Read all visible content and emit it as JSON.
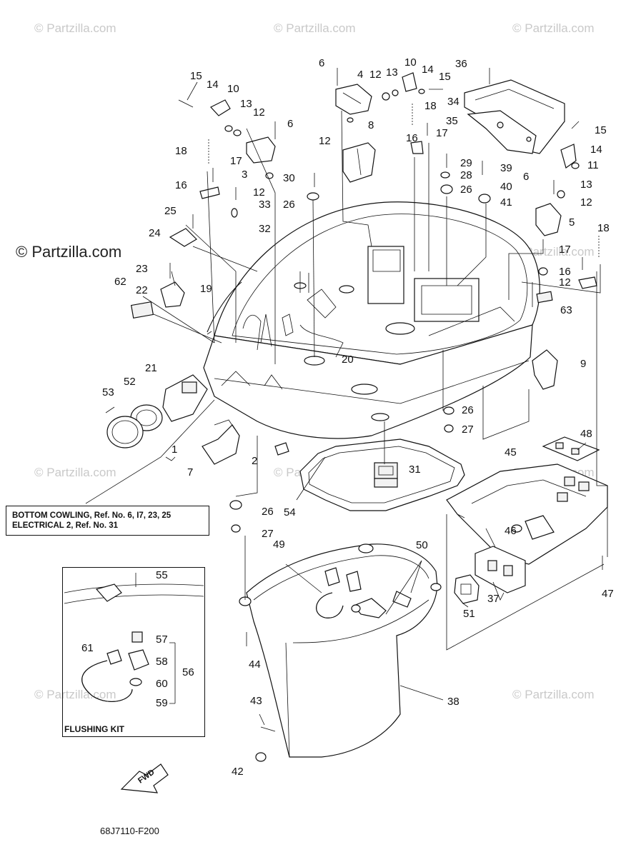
{
  "watermark": {
    "text": "© Partzilla.com"
  },
  "callouts": [
    {
      "id": "c15a",
      "label": "15"
    },
    {
      "id": "c14a",
      "label": "14"
    },
    {
      "id": "c10a",
      "label": "10"
    },
    {
      "id": "c13a",
      "label": "13"
    },
    {
      "id": "c12a",
      "label": "12"
    },
    {
      "id": "c6a",
      "label": "6"
    },
    {
      "id": "c18a",
      "label": "18"
    },
    {
      "id": "c17a",
      "label": "17"
    },
    {
      "id": "c3",
      "label": "3"
    },
    {
      "id": "c16a",
      "label": "16"
    },
    {
      "id": "c12b",
      "label": "12"
    },
    {
      "id": "c33",
      "label": "33"
    },
    {
      "id": "c32",
      "label": "32"
    },
    {
      "id": "c25",
      "label": "25"
    },
    {
      "id": "c24",
      "label": "24"
    },
    {
      "id": "c23",
      "label": "23"
    },
    {
      "id": "c62",
      "label": "62"
    },
    {
      "id": "c22",
      "label": "22"
    },
    {
      "id": "c19",
      "label": "19"
    },
    {
      "id": "c6b",
      "label": "6"
    },
    {
      "id": "c4",
      "label": "4"
    },
    {
      "id": "c12c",
      "label": "12"
    },
    {
      "id": "c13b",
      "label": "13"
    },
    {
      "id": "c10b",
      "label": "10"
    },
    {
      "id": "c14b",
      "label": "14"
    },
    {
      "id": "c15b",
      "label": "15"
    },
    {
      "id": "c36",
      "label": "36"
    },
    {
      "id": "c34",
      "label": "34"
    },
    {
      "id": "c18b",
      "label": "18"
    },
    {
      "id": "c35",
      "label": "35"
    },
    {
      "id": "c12d",
      "label": "12"
    },
    {
      "id": "c8",
      "label": "8"
    },
    {
      "id": "c16b",
      "label": "16"
    },
    {
      "id": "c17b",
      "label": "17"
    },
    {
      "id": "c30",
      "label": "30"
    },
    {
      "id": "c26a",
      "label": "26"
    },
    {
      "id": "c29",
      "label": "29"
    },
    {
      "id": "c28",
      "label": "28"
    },
    {
      "id": "c26b",
      "label": "26"
    },
    {
      "id": "c39",
      "label": "39"
    },
    {
      "id": "c40",
      "label": "40"
    },
    {
      "id": "c41",
      "label": "41"
    },
    {
      "id": "c15c",
      "label": "15"
    },
    {
      "id": "c14c",
      "label": "14"
    },
    {
      "id": "c11",
      "label": "11"
    },
    {
      "id": "c6c",
      "label": "6"
    },
    {
      "id": "c13c",
      "label": "13"
    },
    {
      "id": "c12e",
      "label": "12"
    },
    {
      "id": "c5",
      "label": "5"
    },
    {
      "id": "c18c",
      "label": "18"
    },
    {
      "id": "c17c",
      "label": "17"
    },
    {
      "id": "c16c",
      "label": "16"
    },
    {
      "id": "c12f",
      "label": "12"
    },
    {
      "id": "c63",
      "label": "63"
    },
    {
      "id": "c20",
      "label": "20"
    },
    {
      "id": "c9",
      "label": "9"
    },
    {
      "id": "c21",
      "label": "21"
    },
    {
      "id": "c52",
      "label": "52"
    },
    {
      "id": "c53",
      "label": "53"
    },
    {
      "id": "c1",
      "label": "1"
    },
    {
      "id": "c7",
      "label": "7"
    },
    {
      "id": "c2",
      "label": "2"
    },
    {
      "id": "c26c",
      "label": "26"
    },
    {
      "id": "c27a",
      "label": "27"
    },
    {
      "id": "c48",
      "label": "48"
    },
    {
      "id": "c45",
      "label": "45"
    },
    {
      "id": "c31",
      "label": "31"
    },
    {
      "id": "c54",
      "label": "54"
    },
    {
      "id": "c26d",
      "label": "26"
    },
    {
      "id": "c27b",
      "label": "27"
    },
    {
      "id": "c46",
      "label": "46"
    },
    {
      "id": "c49",
      "label": "49"
    },
    {
      "id": "c50",
      "label": "50"
    },
    {
      "id": "c55",
      "label": "55"
    },
    {
      "id": "c57",
      "label": "57"
    },
    {
      "id": "c58",
      "label": "58"
    },
    {
      "id": "c56",
      "label": "56"
    },
    {
      "id": "c61",
      "label": "61"
    },
    {
      "id": "c60",
      "label": "60"
    },
    {
      "id": "c59",
      "label": "59"
    },
    {
      "id": "c44",
      "label": "44"
    },
    {
      "id": "c47",
      "label": "47"
    },
    {
      "id": "c37",
      "label": "37"
    },
    {
      "id": "c51",
      "label": "51"
    },
    {
      "id": "c38",
      "label": "38"
    },
    {
      "id": "c43",
      "label": "43"
    },
    {
      "id": "c42",
      "label": "42"
    }
  ],
  "note": {
    "line1": "BOTTOM COWLING, Ref. No. 6, I7, 23, 25",
    "line2": "ELECTRICAL 2,  Ref. No. 31"
  },
  "flushing_kit": {
    "label": "FLUSHING KIT"
  },
  "fwd_arrow": {
    "label": "FWD"
  },
  "diagram_code": "68J7110-F200"
}
